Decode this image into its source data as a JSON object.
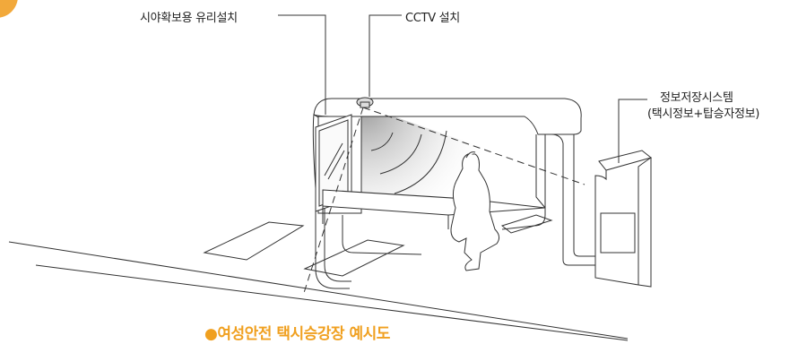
{
  "labels": {
    "glass": "시야확보용 유리설치",
    "cctv": "CCTV 설치",
    "storage_line1": "정보저장시스템",
    "storage_line2": "(택시정보+탑승자정보)"
  },
  "caption": {
    "bullet": "●",
    "text": "여성안전 택시승강장 예시도"
  },
  "colors": {
    "accent": "#f0a020",
    "corner": "#f2a93b",
    "line": "#333333"
  }
}
